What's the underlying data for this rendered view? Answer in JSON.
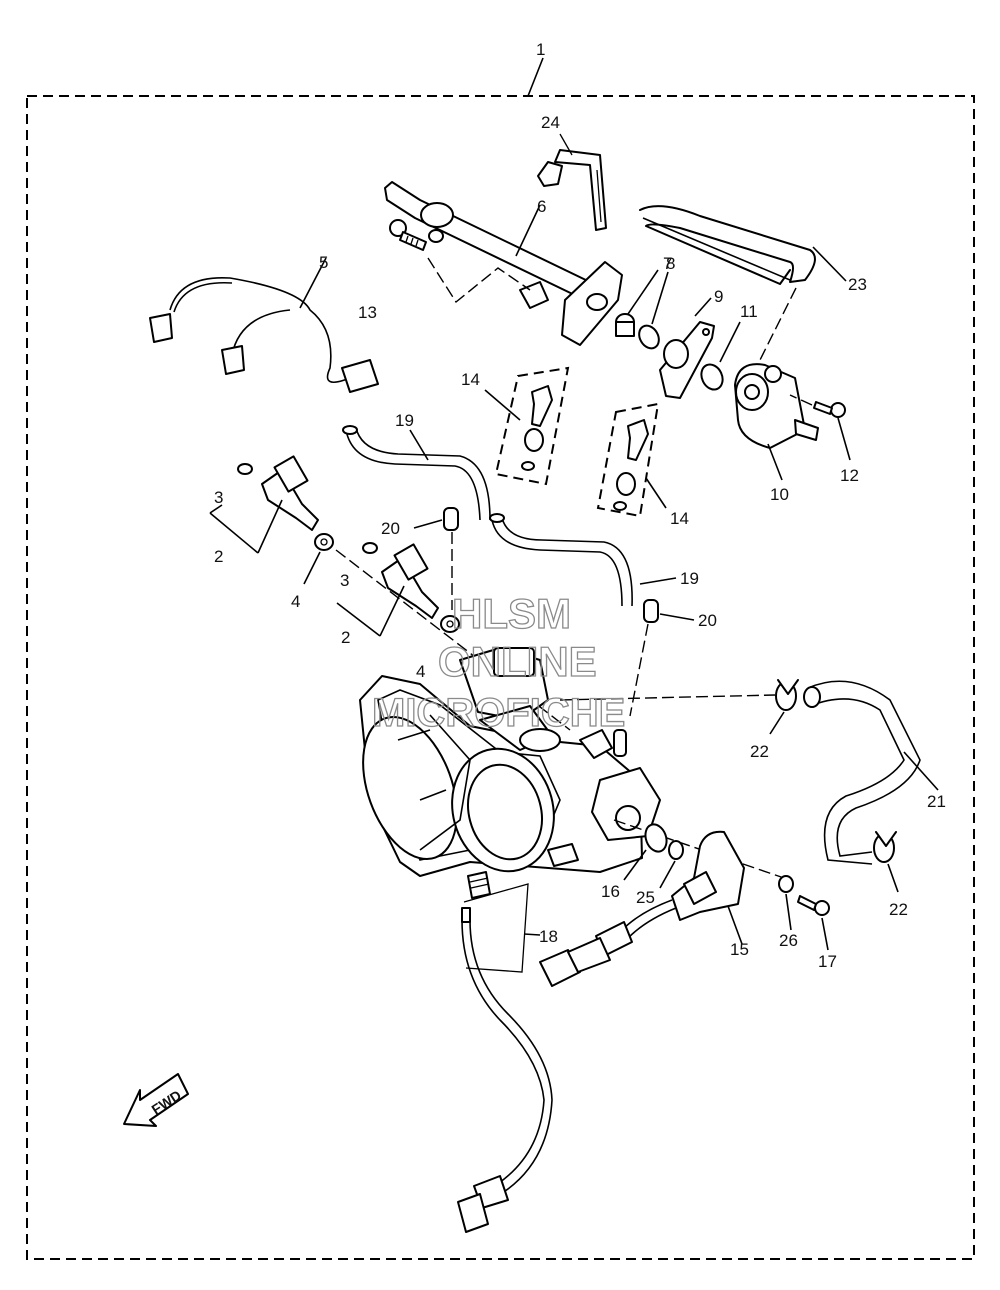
{
  "diagram": {
    "callouts": {
      "c1": "1",
      "c2a": "2",
      "c2b": "2",
      "c3a": "3",
      "c3b": "3",
      "c4a": "4",
      "c4b": "4",
      "c5": "5",
      "c6": "6",
      "c7": "7",
      "c8": "8",
      "c9": "9",
      "c10": "10",
      "c11": "11",
      "c12": "12",
      "c13": "13",
      "c14a": "14",
      "c14b": "14",
      "c15": "15",
      "c16": "16",
      "c17": "17",
      "c18": "18",
      "c19a": "19",
      "c19b": "19",
      "c20a": "20",
      "c20b": "20",
      "c21": "21",
      "c22a": "22",
      "c22b": "22",
      "c23": "23",
      "c24": "24",
      "c25": "25",
      "c26": "26"
    },
    "fwd_arrow": {
      "label": "FWD",
      "icon": "fwd-arrow-icon"
    },
    "watermark": {
      "line1": "HLSM",
      "line2": "ONLINE",
      "line3": "MICROFICHE",
      "color": "#8a8a8a"
    }
  }
}
